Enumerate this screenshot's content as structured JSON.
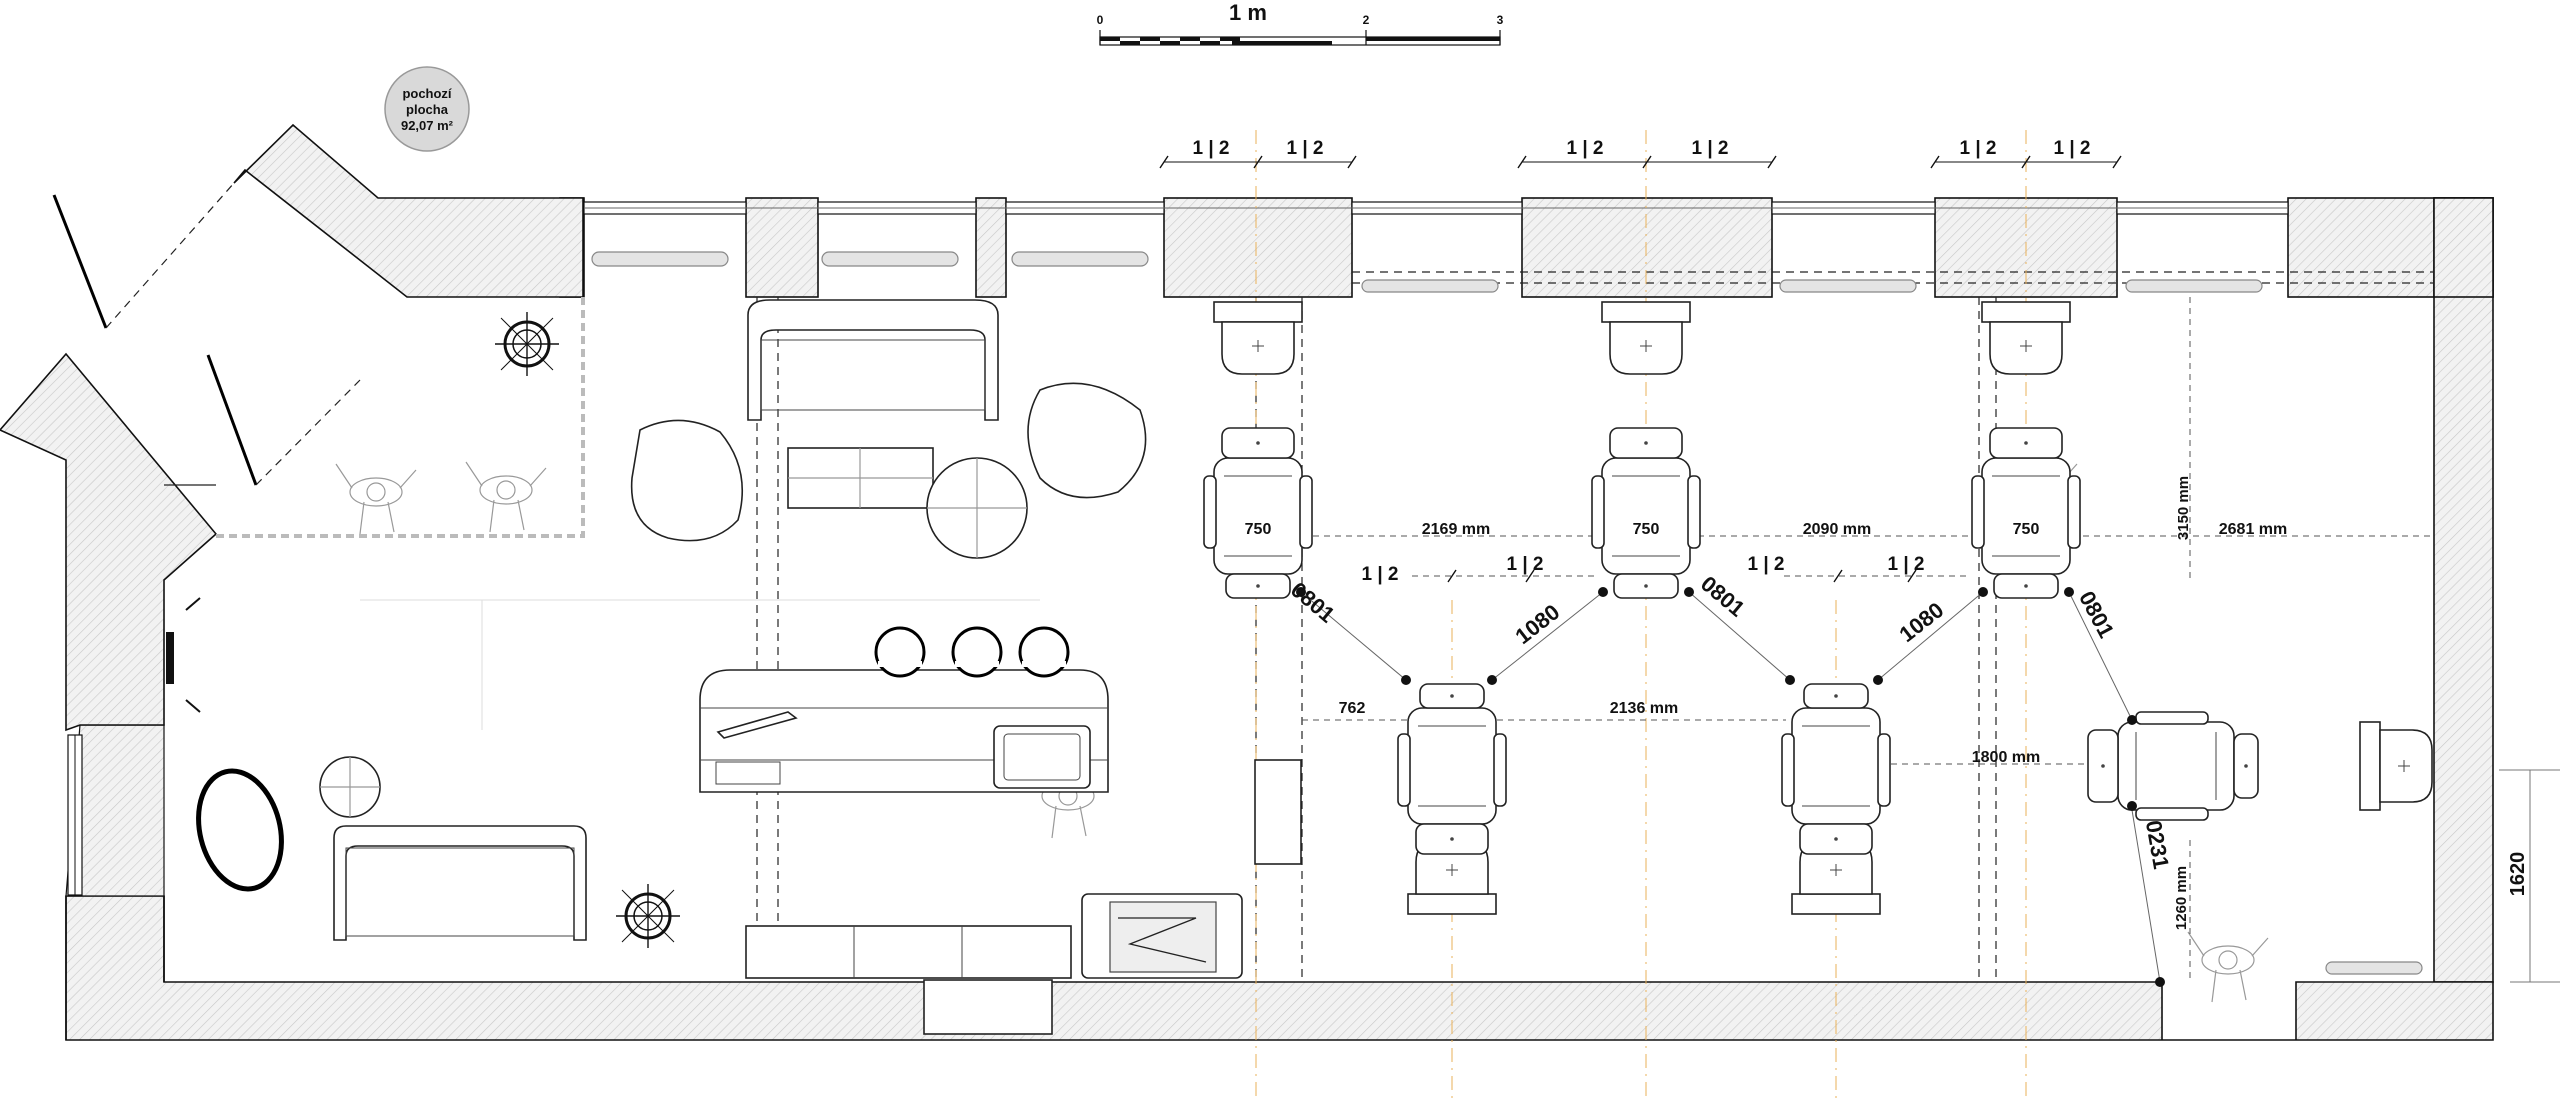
{
  "scale_bar": {
    "label": "1 m",
    "ticks": [
      "0",
      "2",
      "3"
    ]
  },
  "area_badge": {
    "line1": "pochozí",
    "line2": "plocha",
    "line3": "92,07 m²"
  },
  "window_modules": {
    "module_1": "1 | 2",
    "module_2": "1 | 2",
    "module_3": "1 | 2",
    "module_4": "1 | 2",
    "module_5": "1 | 2",
    "module_6": "1 | 2"
  },
  "inner_modules": {
    "module_1": "1 | 2",
    "module_2": "1 | 2",
    "module_3": "1 | 2",
    "module_4": "1 | 2"
  },
  "dimensions": {
    "chair_width_1": "750",
    "chair_width_2": "750",
    "chair_width_3": "750",
    "gap_1": "2169 mm",
    "gap_2": "2090 mm",
    "gap_3": "2681 mm",
    "vertical_depth": "3150 mm",
    "row2_left": "762",
    "row2_gap": "2136 mm",
    "row3_gap": "1800 mm",
    "bottom_depth": "1260 mm",
    "right_height": "1620",
    "diag_1": "0801",
    "diag_2": "1080",
    "diag_3": "0801",
    "diag_4": "1080",
    "diag_5": "0801",
    "diag_6": "0231"
  },
  "colors": {
    "wall_hatch": "#d9d9d9",
    "axis_line": "#e9b15a",
    "badge_fill": "#d9d9d9",
    "ink": "#111111"
  },
  "icons": {
    "chair": "salon-chair-icon",
    "sink": "wash-basin-icon",
    "person": "person-icon",
    "light": "pendant-light-icon"
  }
}
